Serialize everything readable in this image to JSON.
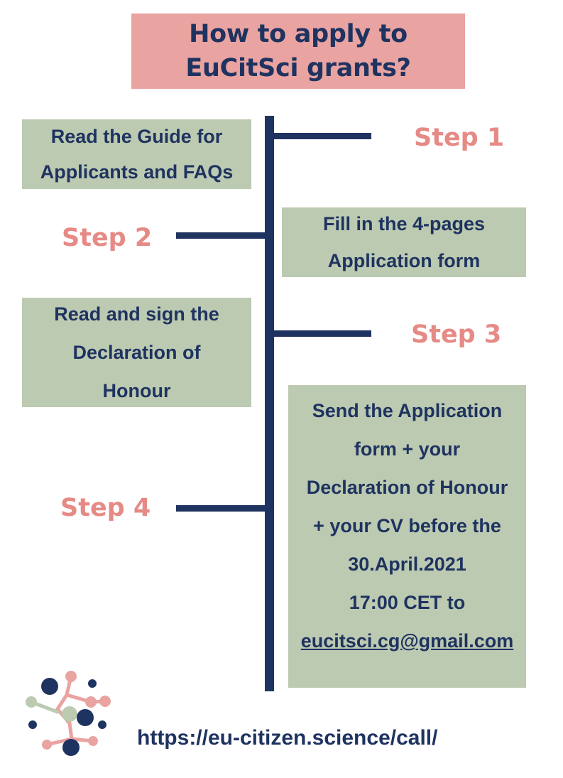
{
  "title": {
    "line1": "How to apply to",
    "line2": "EuCitSci grants?"
  },
  "steps": [
    {
      "label": "Step 1",
      "lines": [
        "Read the Guide for",
        "Applicants and FAQs"
      ]
    },
    {
      "label": "Step 2",
      "lines": [
        "Fill in the 4-pages",
        "Application form"
      ]
    },
    {
      "label": "Step 3",
      "lines": [
        "Read and sign the",
        "Declaration of",
        "Honour"
      ]
    },
    {
      "label": "Step 4",
      "lines": [
        "Send the Application",
        "form + your",
        "Declaration of Honour",
        "+ your CV before the",
        "30.April.2021",
        "17:00 CET to"
      ],
      "email": "eucitsci.cg@gmail.com"
    }
  ],
  "footer": {
    "url": "https://eu-citizen.science/call/",
    "logo_icon": "network-nodes-logo"
  },
  "colors": {
    "navy": "#1f3360",
    "pink": "#e9a3a1",
    "step_text": "#e68a86",
    "sage": "#bccab1"
  }
}
